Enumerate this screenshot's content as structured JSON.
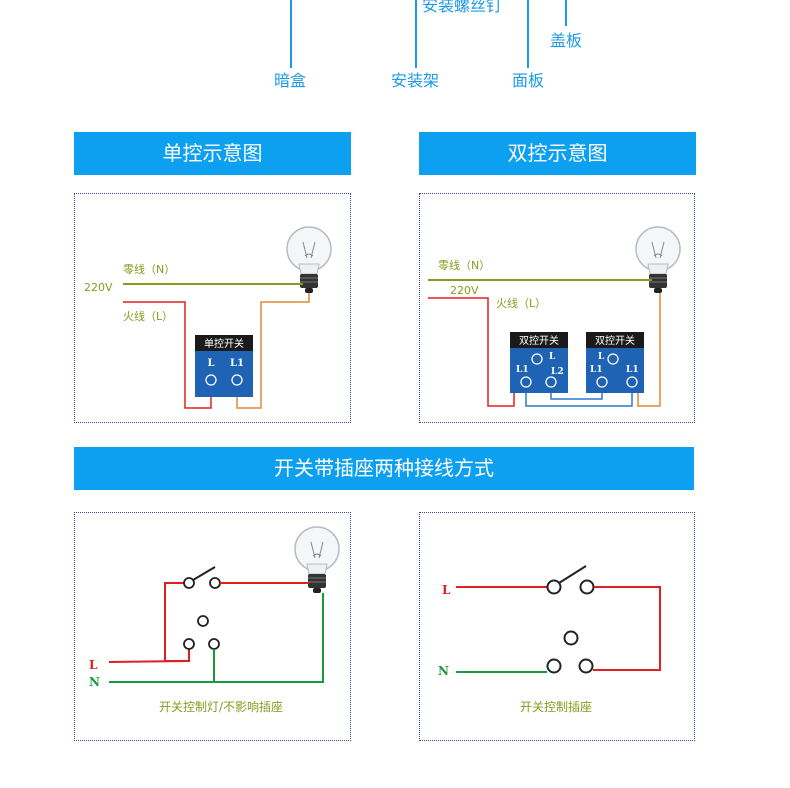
{
  "callouts": {
    "screw": "安装螺丝钉",
    "cover": "盖板",
    "box": "暗盒",
    "bracket": "安装架",
    "panel": "面板"
  },
  "banners": {
    "single": "单控示意图",
    "double": "双控示意图",
    "socket": "开关带插座两种接线方式"
  },
  "single": {
    "neutral": "零线（N）",
    "voltage": "220V",
    "live": "火线（L）",
    "switch_title": "单控开关",
    "term_l": "L",
    "term_l1": "L1"
  },
  "double": {
    "neutral": "零线（N）",
    "voltage": "220V",
    "live": "火线（L）",
    "switch_title": "双控开关",
    "term_l": "L",
    "term_l1": "L1",
    "term_l2": "L2"
  },
  "socket_a": {
    "label_l": "L",
    "label_n": "N",
    "caption": "开关控制灯/不影响插座"
  },
  "socket_b": {
    "label_l": "L",
    "label_n": "N",
    "caption": "开关控制插座"
  },
  "colors": {
    "accent": "#0d9ff0",
    "neutral_wire": "#8a9a1e",
    "live_wire": "#e02020",
    "orange_wire": "#e08a30",
    "switch_box": "#1e63b4",
    "traveler_wire": "#2a7ad0",
    "socket_n_wire": "#1a9a3a"
  }
}
